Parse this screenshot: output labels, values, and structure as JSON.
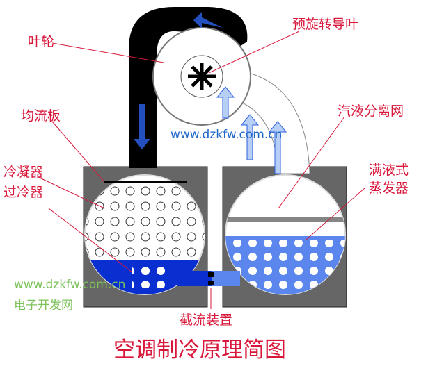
{
  "labels": {
    "impeller": "叶轮",
    "pre_rotation_vane": "预旋转导叶",
    "flow_plate": "均流板",
    "separator_net": "汽液分离网",
    "condenser": "冷凝器",
    "evaporator_1": "满液式",
    "evaporator_2": "蒸发器",
    "subcooler": "过冷器",
    "throttle": "截流装置"
  },
  "watermark": "www.dzkfw.com.cn",
  "site": {
    "url": "www.dzkfw.com.cn",
    "name": "电子开发网"
  },
  "title": "空调制冷原理简图",
  "colors": {
    "label": "#d8173a",
    "liquid_dark": "#0a2fd0",
    "liquid_light": "#5a86ee",
    "duct": "#000000",
    "box": "#666666"
  }
}
